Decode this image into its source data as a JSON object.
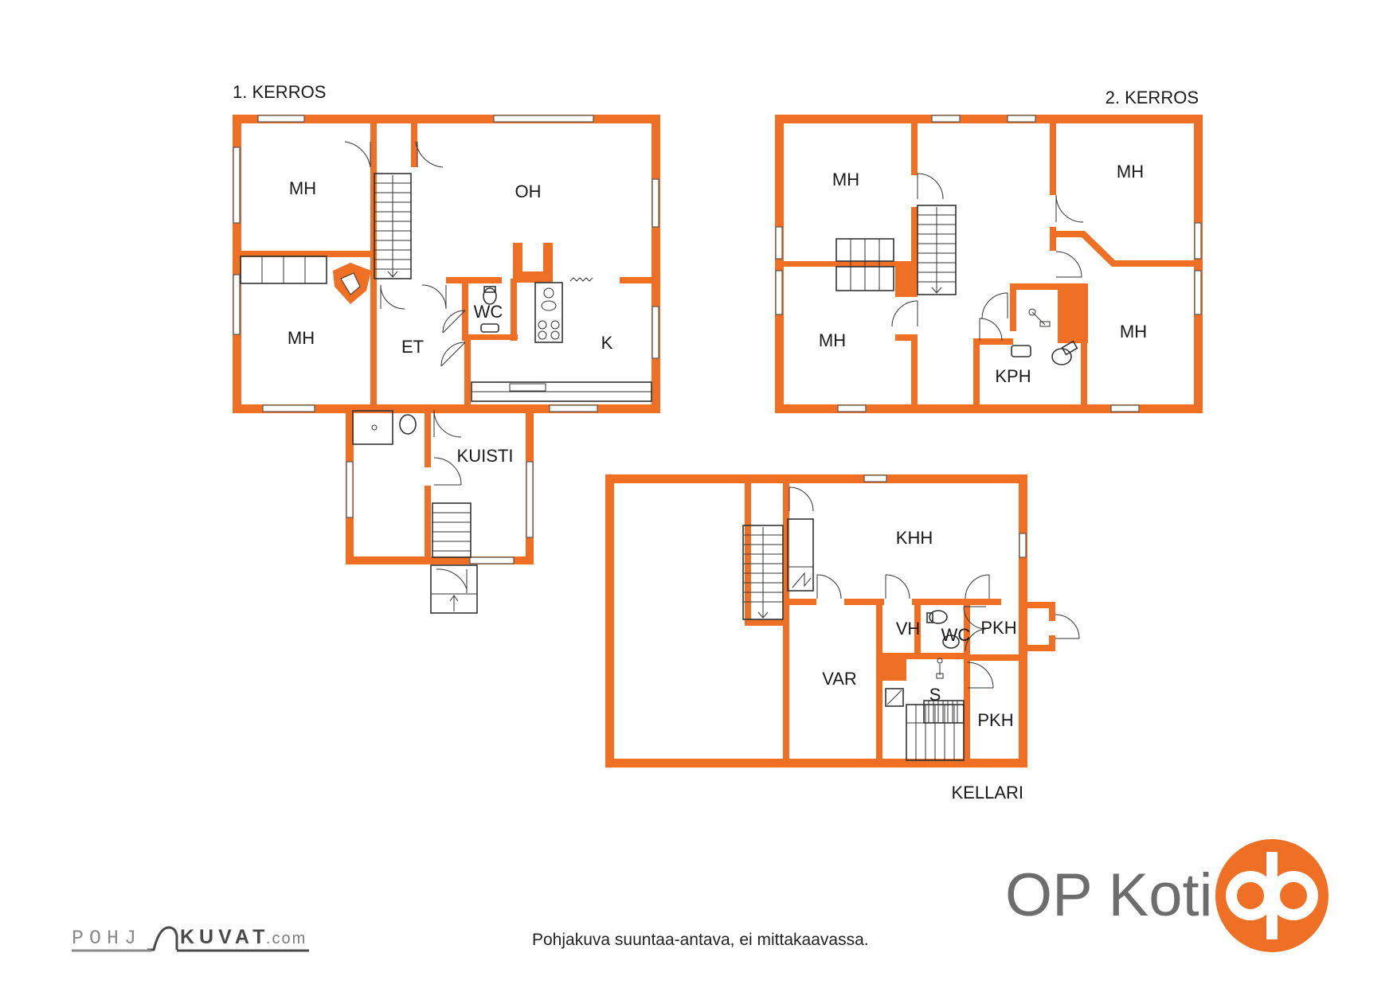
{
  "floors": {
    "first": {
      "title": "1.  KERROS"
    },
    "second": {
      "title": "2. KERROS"
    },
    "basement": {
      "title": "KELLARI"
    }
  },
  "rooms": {
    "first_mh_top": "MH",
    "first_oh": "OH",
    "first_mh_bottom": "MH",
    "first_wc": "WC",
    "first_et": "ET",
    "first_k": "K",
    "first_kuisti": "KUISTI",
    "second_mh_top_left": "MH",
    "second_mh_top_right": "MH",
    "second_mh_bottom_left": "MH",
    "second_mh_bottom_right": "MH",
    "second_kph": "KPH",
    "basement_khh": "KHH",
    "basement_vh": "VH",
    "basement_wc": "WC",
    "basement_pkh_top": "PKH",
    "basement_var": "VAR",
    "basement_s": "S",
    "basement_pkh_bottom": "PKH"
  },
  "footer": {
    "disclaimer": "Pohjakuva suuntaa-antava, ei mittakaavassa.",
    "pohjakuvat_part1": "POHJ",
    "pohjakuvat_part2": "KUVAT",
    "pohjakuvat_part3": ".com"
  },
  "brand": {
    "name": "OP Koti",
    "logo_icon": "op-logo-icon",
    "color": "#ef7024",
    "text_color": "#6d6d6d"
  }
}
